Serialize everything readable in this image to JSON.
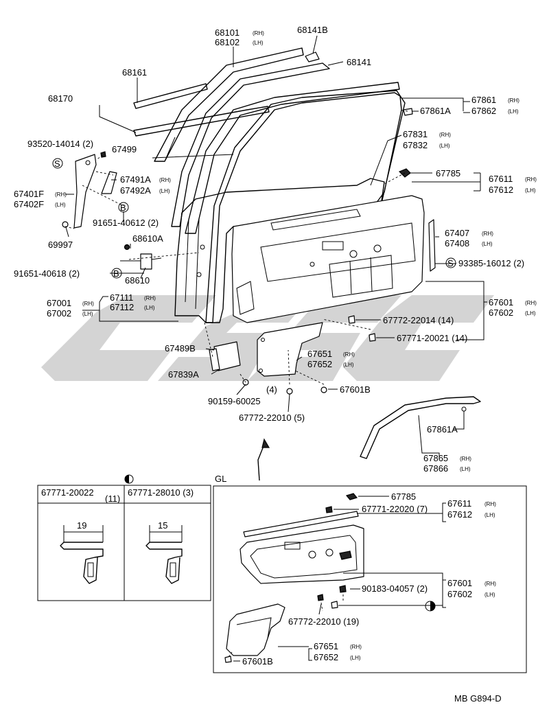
{
  "watermark": "CSSE",
  "labels": {
    "p68101": "68101",
    "p68102": "68102",
    "p68141B": "68141B",
    "p68141": "68141",
    "p68161": "68161",
    "p68170": "68170",
    "p67861": "67861",
    "p67862": "67862",
    "p67861A": "67861A",
    "p67831": "67831",
    "p67832": "67832",
    "p93520": "93520-14014 (2)",
    "p67499": "67499",
    "p67491A": "67491A",
    "p67492A": "67492A",
    "p67785": "67785",
    "p67611": "67611",
    "p67612": "67612",
    "p67401F": "67401F",
    "p67402F": "67402F",
    "p91651_612": "91651-40612 (2)",
    "p69997": "69997",
    "p68610A": "68610A",
    "p67407": "67407",
    "p67408": "67408",
    "p93385": "93385-16012 (2)",
    "p91651_618": "91651-40618 (2)",
    "p68610": "68610",
    "p67001": "67001",
    "p67002": "67002",
    "p67111": "67111",
    "p67112": "67112",
    "p67601": "67601",
    "p67602": "67602",
    "p67772_14": "67772-22014 (14)",
    "p67771_21": "67771-20021 (14)",
    "p67489B": "67489B",
    "p67651": "67651",
    "p67652": "67652",
    "p67839A": "67839A",
    "p90159": "90159-60025",
    "p4": "(4)",
    "p67601B": "67601B",
    "p67772_5": "67772-22010 (5)",
    "p67861A_b": "67861A",
    "p67865": "67865",
    "p67866": "67866",
    "gl": "GL",
    "t1": "67771-20022",
    "t1q": "(11)",
    "t2": "67771-28010 (3)",
    "d19": "19",
    "d15": "15",
    "g67785": "67785",
    "g67771": "67771-22020 (7)",
    "g67611": "67611",
    "g67612": "67612",
    "g90183": "90183-04057 (2)",
    "g67601": "67601",
    "g67602": "67602",
    "g67772": "67772-22010 (19)",
    "g67651": "67651",
    "g67652": "67652",
    "g67601B": "67601B",
    "ref": "MB G894-D",
    "rh": "(RH)",
    "lh": "(LH)",
    "sym_s": "S",
    "sym_b": "B"
  }
}
